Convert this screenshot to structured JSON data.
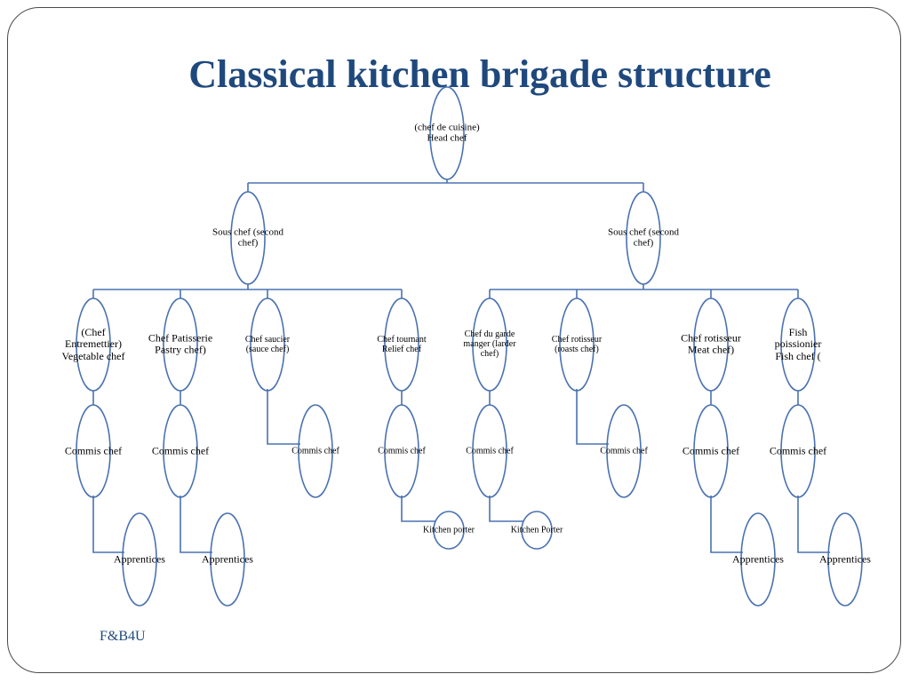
{
  "slide": {
    "title": "Classical kitchen brigade structure",
    "footer": "F&B4U"
  },
  "colors": {
    "title": "#1f497d",
    "connector": "#4a72b0",
    "frame": "#4a4a4a",
    "text": "#000000"
  },
  "nodes": [
    {
      "id": "head",
      "label": "(chef de cuisine) Head chef",
      "shape": "lens"
    },
    {
      "id": "sous1",
      "label": "Sous chef (second chef)",
      "shape": "lens"
    },
    {
      "id": "sous2",
      "label": "Sous chef (second chef)",
      "shape": "lens"
    },
    {
      "id": "entremettier",
      "label": "(Chef Entremettier) Vegetable chef",
      "shape": "lens"
    },
    {
      "id": "patisserie",
      "label": "Chef Patisserie Pastry chef)",
      "shape": "lens"
    },
    {
      "id": "saucier",
      "label": "Chef saucier (sauce chef)",
      "shape": "lens"
    },
    {
      "id": "tournant",
      "label": "Chef tournant Relief chef",
      "shape": "lens"
    },
    {
      "id": "garde",
      "label": "Chef du garde manger (larder chef)",
      "shape": "lens"
    },
    {
      "id": "rotisseur1",
      "label": "Chef rotisseur (roasts chef)",
      "shape": "lens"
    },
    {
      "id": "rotisseur2",
      "label": "Chef rotisseur Meat chef)",
      "shape": "lens"
    },
    {
      "id": "poissonier",
      "label": "Fish poissionier Fish chef (",
      "shape": "lens"
    },
    {
      "id": "commis1",
      "label": "Commis chef",
      "shape": "lens"
    },
    {
      "id": "commis2",
      "label": "Commis chef",
      "shape": "lens"
    },
    {
      "id": "commis3",
      "label": "Commis chef",
      "shape": "lens"
    },
    {
      "id": "commis4",
      "label": "Commis chef",
      "shape": "lens"
    },
    {
      "id": "commis5",
      "label": "Commis chef",
      "shape": "lens"
    },
    {
      "id": "commis6",
      "label": "Commis chef",
      "shape": "lens"
    },
    {
      "id": "commis7",
      "label": "Commis chef",
      "shape": "lens"
    },
    {
      "id": "commis8",
      "label": "Commis chef",
      "shape": "lens"
    },
    {
      "id": "apprentices1",
      "label": "Apprentices",
      "shape": "lens"
    },
    {
      "id": "apprentices2",
      "label": "Apprentices",
      "shape": "lens"
    },
    {
      "id": "porter1",
      "label": "Kitchen porter",
      "shape": "small-lens"
    },
    {
      "id": "porter2",
      "label": "Kitchen Porter",
      "shape": "small-lens"
    },
    {
      "id": "apprentices3",
      "label": "Apprentices",
      "shape": "lens"
    },
    {
      "id": "apprentices4",
      "label": "Apprentices",
      "shape": "lens"
    }
  ],
  "edges": [
    {
      "from": "head",
      "to": "sous1",
      "style": "hierarchy"
    },
    {
      "from": "head",
      "to": "sous2",
      "style": "hierarchy"
    },
    {
      "from": "sous1",
      "to": "entremettier",
      "style": "hierarchy"
    },
    {
      "from": "sous1",
      "to": "patisserie",
      "style": "hierarchy"
    },
    {
      "from": "sous1",
      "to": "saucier",
      "style": "hierarchy"
    },
    {
      "from": "sous1",
      "to": "tournant",
      "style": "hierarchy"
    },
    {
      "from": "sous2",
      "to": "garde",
      "style": "hierarchy"
    },
    {
      "from": "sous2",
      "to": "rotisseur1",
      "style": "hierarchy"
    },
    {
      "from": "sous2",
      "to": "rotisseur2",
      "style": "hierarchy"
    },
    {
      "from": "sous2",
      "to": "poissonier",
      "style": "hierarchy"
    },
    {
      "from": "entremettier",
      "to": "commis1",
      "style": "direct"
    },
    {
      "from": "patisserie",
      "to": "commis2",
      "style": "direct"
    },
    {
      "from": "saucier",
      "to": "commis3",
      "style": "elbow"
    },
    {
      "from": "tournant",
      "to": "commis4",
      "style": "direct"
    },
    {
      "from": "garde",
      "to": "commis5",
      "style": "direct"
    },
    {
      "from": "rotisseur1",
      "to": "commis6",
      "style": "elbow"
    },
    {
      "from": "rotisseur2",
      "to": "commis7",
      "style": "direct"
    },
    {
      "from": "poissonier",
      "to": "commis8",
      "style": "direct"
    },
    {
      "from": "commis1",
      "to": "apprentices1",
      "style": "elbow"
    },
    {
      "from": "commis2",
      "to": "apprentices2",
      "style": "elbow"
    },
    {
      "from": "commis4",
      "to": "porter1",
      "style": "elbow"
    },
    {
      "from": "commis5",
      "to": "porter2",
      "style": "elbow"
    },
    {
      "from": "commis7",
      "to": "apprentices3",
      "style": "elbow"
    },
    {
      "from": "commis8",
      "to": "apprentices4",
      "style": "elbow"
    }
  ]
}
